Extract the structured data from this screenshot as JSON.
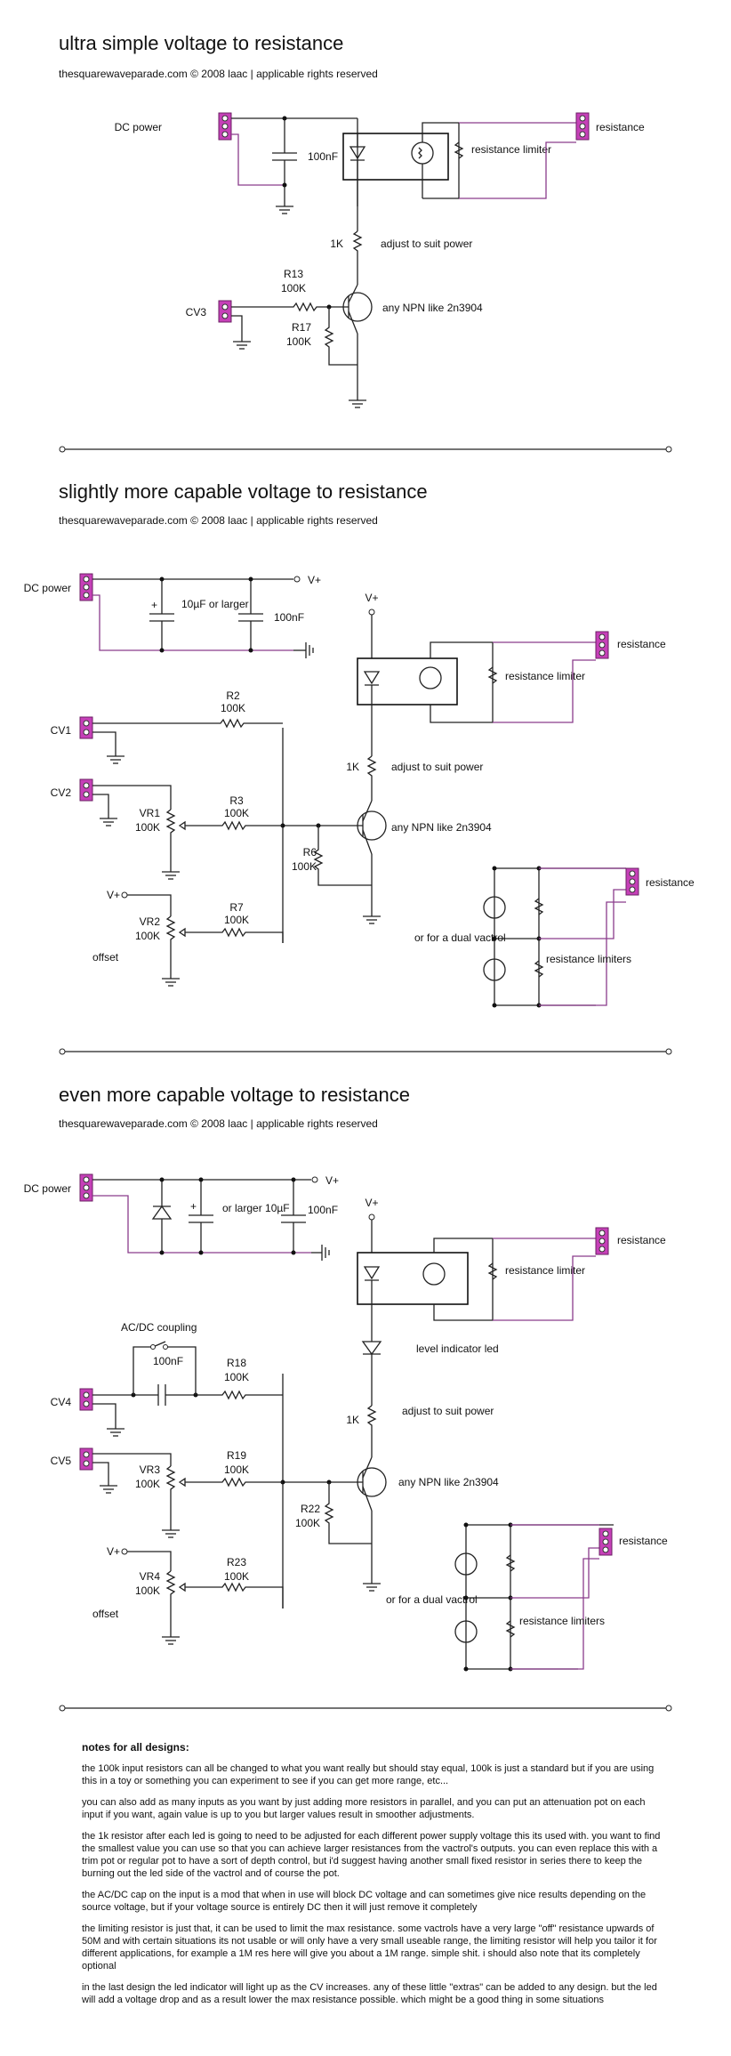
{
  "sections": [
    {
      "title": "ultra simple voltage to resistance",
      "subtitle": "thesquarewaveparade.com   © 2008 laac |  applicable rights reserved",
      "labels": {
        "dc_power": "DC power",
        "cap": "100nF",
        "resistance": "resistance",
        "resistance_limiter": "resistance limiter",
        "r1k": "1K",
        "adjust": "adjust to suit power",
        "r13": "R13",
        "r13_val": "100K",
        "cv": "CV3",
        "npn": "any NPN like 2n3904",
        "r17": "R17",
        "r17_val": "100K"
      }
    },
    {
      "title": "slightly more capable voltage to resistance",
      "subtitle": "thesquarewaveparade.com   © 2008 laac |  applicable rights reserved",
      "labels": {
        "dc_power": "DC power",
        "vplus": "V+",
        "cap1": "10µF or larger",
        "cap2": "100nF",
        "vplus2": "V+",
        "resistance": "resistance",
        "resistance_limiter": "resistance limiter",
        "r2": "R2",
        "r2_val": "100K",
        "cv1": "CV1",
        "r1k": "1K",
        "adjust": "adjust to suit power",
        "cv2": "CV2",
        "r3": "R3",
        "r3_val": "100K",
        "vr1": "VR1",
        "vr1_val": "100K",
        "npn": "any NPN like 2n3904",
        "r6": "R6",
        "r6_val": "100K",
        "resistance2": "resistance",
        "vplus3": "V+",
        "r7": "R7",
        "r7_val": "100K",
        "vr2": "VR2",
        "vr2_val": "100K",
        "offset": "offset",
        "dual": "or for a dual vactrol",
        "resistance_limiters": "resistance limiters"
      }
    },
    {
      "title": "even more capable voltage to resistance",
      "subtitle": "thesquarewaveparade.com   © 2008 laac |  applicable rights reserved",
      "labels": {
        "dc_power": "DC power",
        "vplus": "V+",
        "cap1": "or larger 10µF",
        "cap2": "100nF",
        "vplus2": "V+",
        "resistance": "resistance",
        "resistance_limiter": "resistance limiter",
        "acdc": "AC/DC coupling",
        "cap3": "100nF",
        "r18": "R18",
        "r18_val": "100K",
        "led": "level indicator led",
        "cv4": "CV4",
        "r1k": "1K",
        "adjust": "adjust to suit power",
        "cv5": "CV5",
        "r19": "R19",
        "r19_val": "100K",
        "vr3": "VR3",
        "vr3_val": "100K",
        "npn": "any NPN like 2n3904",
        "r22": "R22",
        "r22_val": "100K",
        "resistance2": "resistance",
        "vplus3": "V+",
        "r23": "R23",
        "r23_val": "100K",
        "vr4": "VR4",
        "vr4_val": "100K",
        "offset": "offset",
        "dual": "or for a dual vactrol",
        "resistance_limiters": "resistance limiters"
      }
    }
  ],
  "notes": {
    "heading": "notes for all designs:",
    "paragraphs": [
      "the 100k input resistors can all be changed to what you want really but should stay equal, 100k is just a standard but if you are using this in a toy or something you can experiment to see if you can get more range, etc...",
      "you can also add as many inputs as you want by just adding more resistors in parallel, and you can put an attenuation pot on each input if you want, again value is up to you but larger values result in smoother adjustments.",
      "the 1k resistor after each led is going to need to be adjusted for each different power supply voltage this its used with. you want to find the smallest value you can use so that you can achieve larger resistances from the vactrol's outputs. you can even replace this with a trim pot or regular pot to have a sort of depth control, but i'd suggest having another small fixed resistor in series there to keep the burning out the led side of the vactrol and of course the pot.",
      "the AC/DC cap on the input is a mod that when in use will block DC voltage and can sometimes give nice results depending on the source voltage, but if your voltage source is entirely DC then it will just remove it completely",
      "the limiting resistor is just that, it can be used to limit the max resistance. some vactrols have a very large \"off\" resistance upwards of 50M and with certain situations its not usable or will only have a very small useable range, the limiting resistor will help you tailor it for different applications, for example a 1M res here will give you about a 1M range. simple shit. i should also note that its completely optional",
      "in the last design the led indicator will light up as the CV increases. any of these little \"extras\" can be added to any design. but the led will add a voltage drop and as a result lower the max resistance possible. which might be a good thing in some situations"
    ]
  }
}
